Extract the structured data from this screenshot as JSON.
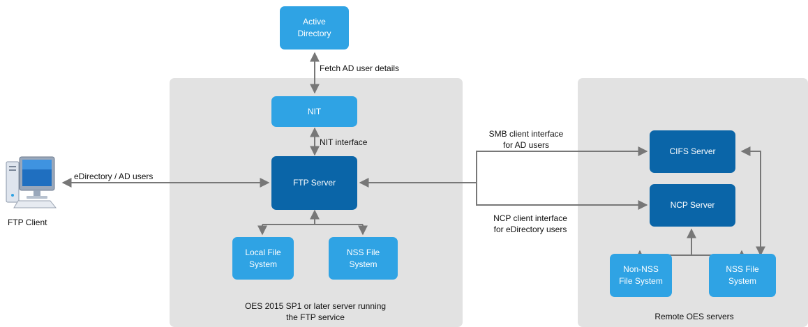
{
  "nodes": {
    "active_directory": "Active\nDirectory",
    "nit": "NIT",
    "ftp_server": "FTP Server",
    "local_fs": "Local File\nSystem",
    "nss_fs_local": "NSS File\nSystem",
    "cifs_server": "CIFS Server",
    "ncp_server": "NCP Server",
    "non_nss_fs": "Non-NSS\nFile System",
    "nss_fs_remote": "NSS File\nSystem",
    "ftp_client": "FTP Client"
  },
  "labels": {
    "fetch_ad": "Fetch AD user details",
    "nit_interface": "NIT interface",
    "edir_ad_users": "eDirectory / AD users",
    "smb_interface": "SMB client interface\nfor AD users",
    "ncp_interface": "NCP client interface\nfor eDirectory users",
    "oes_panel": "OES 2015 SP1 or later server running\nthe FTP service",
    "remote_panel": "Remote OES servers"
  },
  "colors": {
    "light_box": "#2fa3e4",
    "dark_box": "#0a65a8",
    "panel": "#e2e2e2",
    "connector": "#777777"
  },
  "icons": [
    "computer-icon"
  ]
}
